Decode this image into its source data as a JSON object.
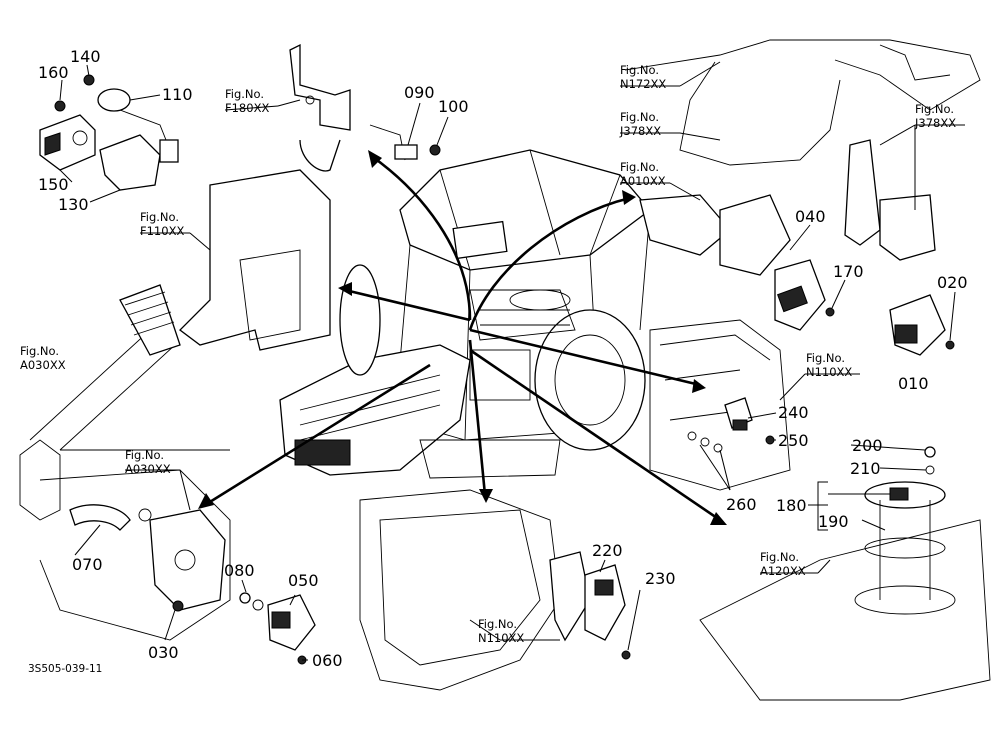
{
  "diagram_code": "3S505-039-11",
  "fig_prefix": "Fig.No.",
  "fig_refs": {
    "f180": "F180XX",
    "f110": "F110XX",
    "a030_left": "A030XX",
    "a030_center": "A030XX",
    "n172": "N172XX",
    "j378_a": "J378XX",
    "a010": "A010XX",
    "j378_b": "J378XX",
    "n110_right": "N110XX",
    "n110_bottom": "N110XX",
    "a120": "A120XX"
  },
  "parts": {
    "p160": "160",
    "p140": "140",
    "p110": "110",
    "p150": "150",
    "p130": "130",
    "p090": "090",
    "p100": "100",
    "p040": "040",
    "p170": "170",
    "p020": "020",
    "p010": "010",
    "p240": "240",
    "p250": "250",
    "p260": "260",
    "p200": "200",
    "p210": "210",
    "p180": "180",
    "p190": "190",
    "p070": "070",
    "p080": "080",
    "p050": "050",
    "p030": "030",
    "p060": "060",
    "p220": "220",
    "p230": "230"
  }
}
